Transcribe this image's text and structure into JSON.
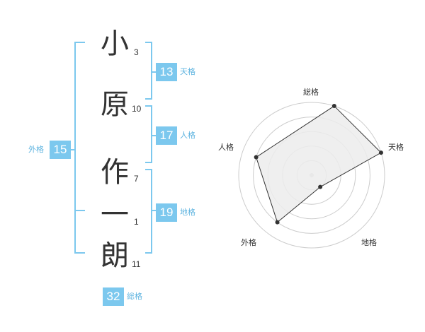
{
  "name_chars": [
    {
      "char": "小",
      "strokes": "3"
    },
    {
      "char": "原",
      "strokes": "10"
    },
    {
      "char": "作",
      "strokes": "7"
    },
    {
      "char": "一",
      "strokes": "1"
    },
    {
      "char": "朗",
      "strokes": "11"
    }
  ],
  "scores": {
    "tenkaku": {
      "value": "13",
      "label": "天格"
    },
    "jinkaku": {
      "value": "17",
      "label": "人格"
    },
    "chikaku": {
      "value": "19",
      "label": "地格"
    },
    "gaikaku": {
      "value": "15",
      "label": "外格"
    },
    "soukaku": {
      "value": "32",
      "label": "総格"
    }
  },
  "chart_data": {
    "type": "radar",
    "axes": [
      "総格",
      "天格",
      "地格",
      "外格",
      "人格"
    ],
    "values": [
      1.0,
      1.0,
      0.2,
      0.8,
      0.8
    ],
    "range": [
      0,
      1
    ],
    "rings": 5,
    "colors": {
      "fill": "#ececec",
      "stroke": "#333333",
      "grid": "#cccccc",
      "accent": "#7cc8ee"
    }
  }
}
